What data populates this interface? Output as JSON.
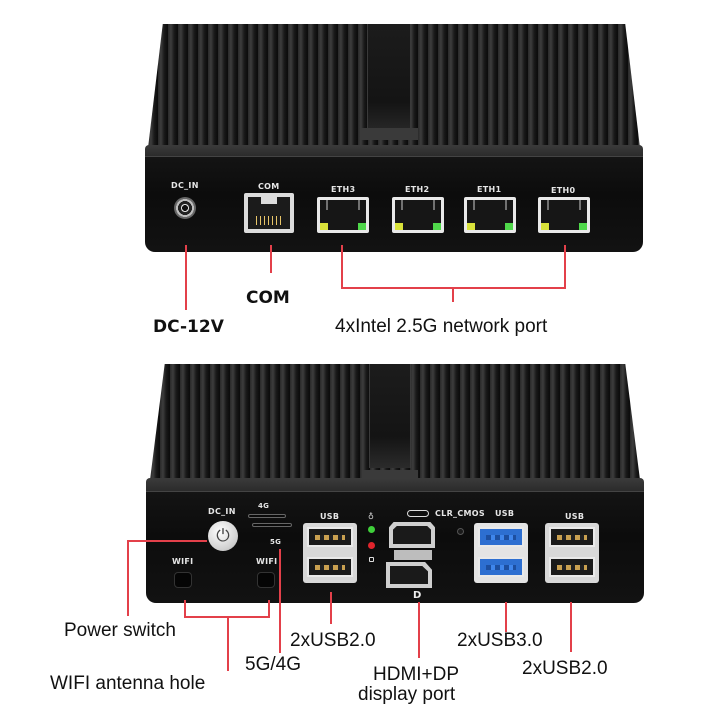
{
  "top_device": {
    "port_labels": {
      "dc_in": "DC_IN",
      "com": "COM",
      "eth3": "ETH3",
      "eth2": "ETH2",
      "eth1": "ETH1",
      "eth0": "ETH0"
    },
    "callouts": {
      "com": "COM",
      "dc": "DC-12V",
      "network": "4xIntel 2.5G network port"
    }
  },
  "bottom_device": {
    "port_labels": {
      "dc_in": "DC_IN",
      "sim_4g": "4G",
      "sim_5g": "5G",
      "wifi_left": "WIFI",
      "wifi_right": "WIFI",
      "usb_left": "USB",
      "clr_cmos": "CLR_CMOS",
      "usb_blue": "USB",
      "usb_right": "USB",
      "power_glyph": "⏻",
      "dp_logo": "D"
    },
    "callouts": {
      "power_switch": "Power switch",
      "wifi_antenna": "WIFI antenna hole",
      "sim": "5G/4G",
      "usb2_left": "2xUSB2.0",
      "display": "HDMI+DP",
      "display_line2": "display port",
      "usb3": "2xUSB3.0",
      "usb2_right": "2xUSB2.0"
    },
    "colors": {
      "usb3_blue": "#2d6fd1",
      "led_green": "#3fcf3a",
      "led_red": "#e0242c"
    }
  },
  "colors": {
    "callout_line": "#e3404a",
    "chassis": "#121212"
  }
}
